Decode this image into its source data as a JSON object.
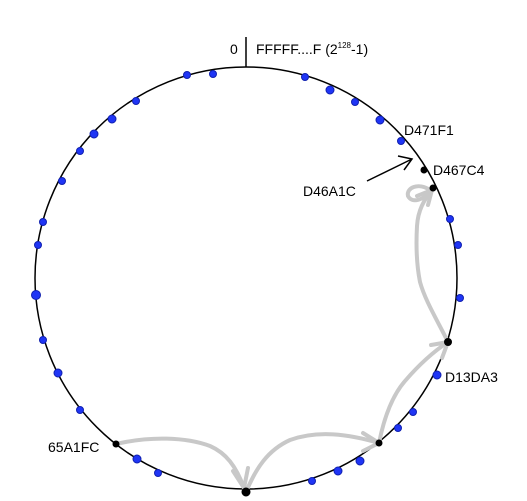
{
  "ring": {
    "top_left_label": "0",
    "top_right_label": "FFFFF....F (2",
    "top_right_sup": "128",
    "top_right_suffix": "-1)"
  },
  "node_labels": {
    "d471f1": "D471F1",
    "d467c4": "D467C4",
    "d46a1c": "D46A1C",
    "d13da3": "D13DA3",
    "n65a1fc": "65A1FC"
  },
  "colors": {
    "ring": "#000000",
    "node_fill": "#1f35f5",
    "node_stroke": "#1020b0",
    "route_node": "#000000",
    "route_arrow": "#c8c8c8"
  }
}
